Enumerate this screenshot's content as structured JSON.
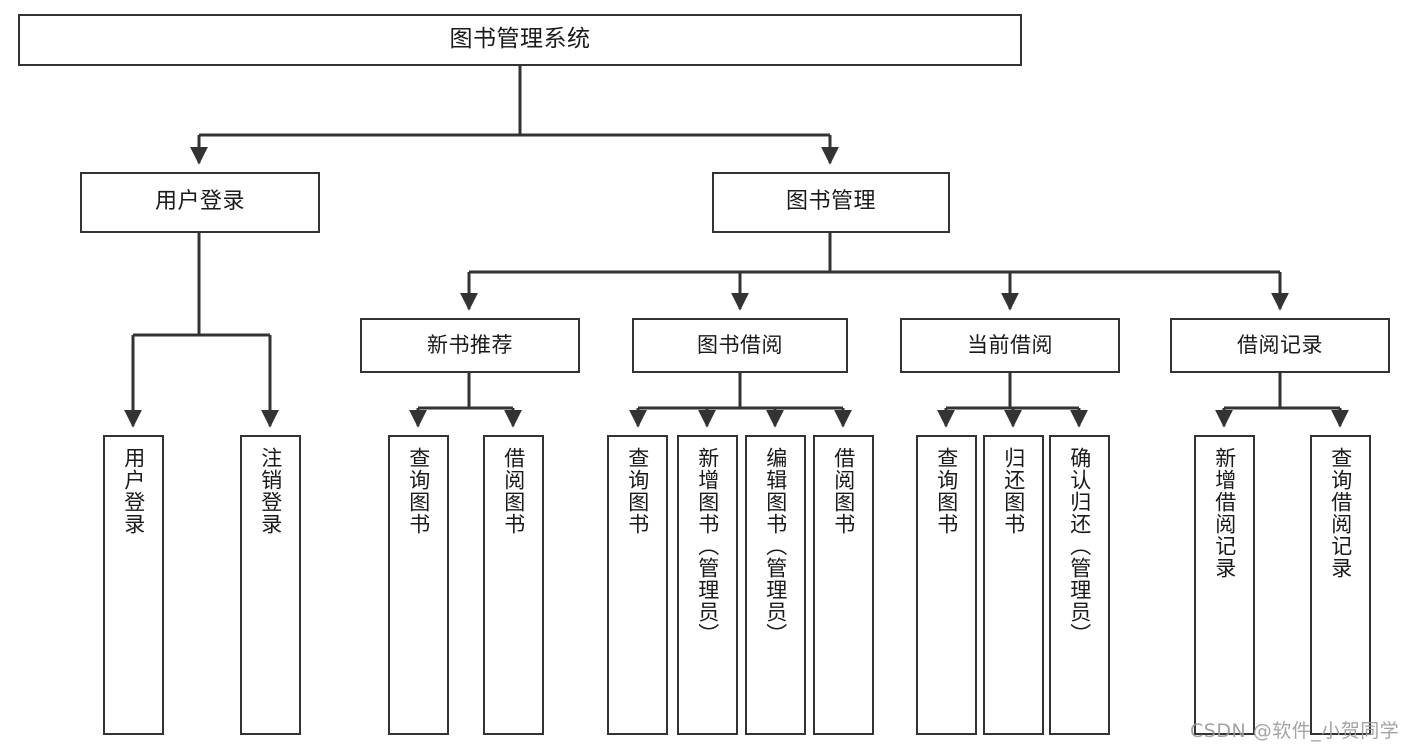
{
  "diagram": {
    "type": "tree-hierarchy-diagram",
    "title": "图书管理系统",
    "orientation": "top-down",
    "colors": {
      "background": "#ffffff",
      "box_border": "#333333",
      "box_fill": "#ffffff",
      "connector": "#333333",
      "text": "#1a1a1a",
      "watermark": "#9a9a9a"
    },
    "root": {
      "label": "图书管理系统"
    },
    "level2": [
      {
        "label": "用户登录"
      },
      {
        "label": "图书管理"
      }
    ],
    "level3": [
      {
        "label": "新书推荐"
      },
      {
        "label": "图书借阅"
      },
      {
        "label": "当前借阅"
      },
      {
        "label": "借阅记录"
      }
    ],
    "leaves": {
      "user_login": [
        {
          "label": "用户登录"
        },
        {
          "label": "注销登录"
        }
      ],
      "new_book_recommend": [
        {
          "label": "查询图书"
        },
        {
          "label": "借阅图书"
        }
      ],
      "book_borrow": [
        {
          "label": "查询图书"
        },
        {
          "label": "新增图书（管理员）"
        },
        {
          "label": "编辑图书（管理员）"
        },
        {
          "label": "借阅图书"
        }
      ],
      "current_borrow": [
        {
          "label": "查询图书"
        },
        {
          "label": "归还图书"
        },
        {
          "label": "确认归还（管理员）"
        }
      ],
      "borrow_record": [
        {
          "label": "新增借阅记录"
        },
        {
          "label": "查询借阅记录"
        }
      ]
    },
    "watermark": {
      "text": "CSDN @软件_小贺同学"
    }
  }
}
